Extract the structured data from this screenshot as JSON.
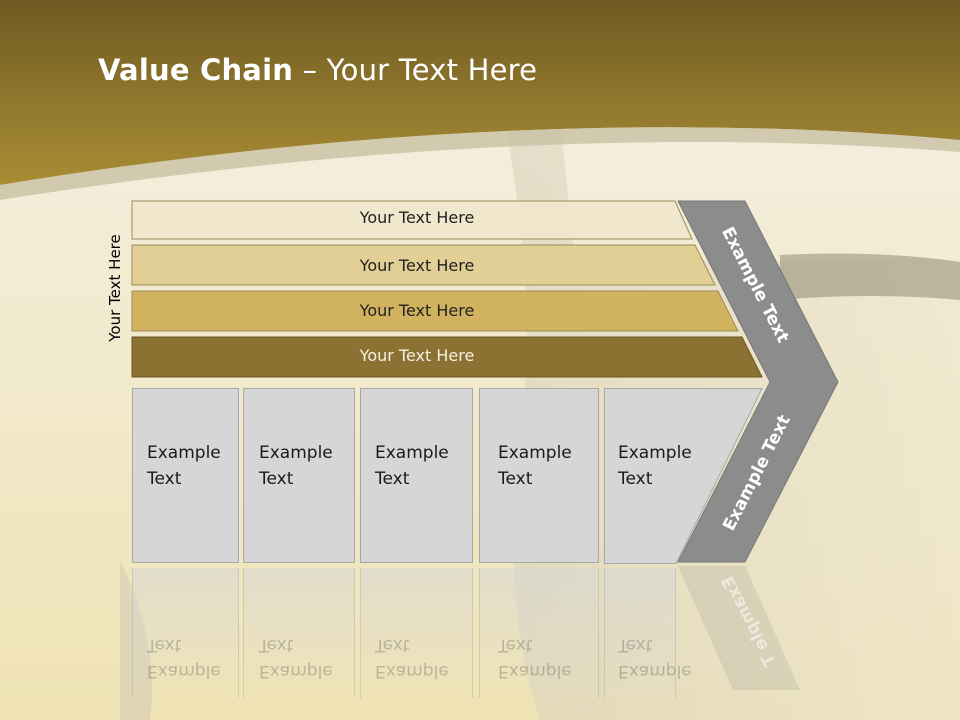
{
  "title": {
    "bold": "Value Chain",
    "rest": " – Your Text Here"
  },
  "side_label": "Your Text Here",
  "bands": [
    {
      "label": "Your Text Here",
      "color": "#f1e7cc"
    },
    {
      "label": "Your Text Here",
      "color": "#e2cf95"
    },
    {
      "label": "Your Text Here",
      "color": "#d1b35f"
    },
    {
      "label": "Your Text Here",
      "color": "#8c7232"
    }
  ],
  "columns": [
    {
      "line1": "Example",
      "line2": "Text"
    },
    {
      "line1": "Example",
      "line2": "Text"
    },
    {
      "line1": "Example",
      "line2": "Text"
    },
    {
      "line1": "Example",
      "line2": "Text"
    },
    {
      "line1": "Example",
      "line2": "Text"
    }
  ],
  "chevron": {
    "upper": "Example Text",
    "lower": "Example Text",
    "color": "#8c8c8c"
  },
  "colors": {
    "header": "#9a7f2c",
    "header_dark": "#6e5a20",
    "background": "#f3efe2"
  }
}
